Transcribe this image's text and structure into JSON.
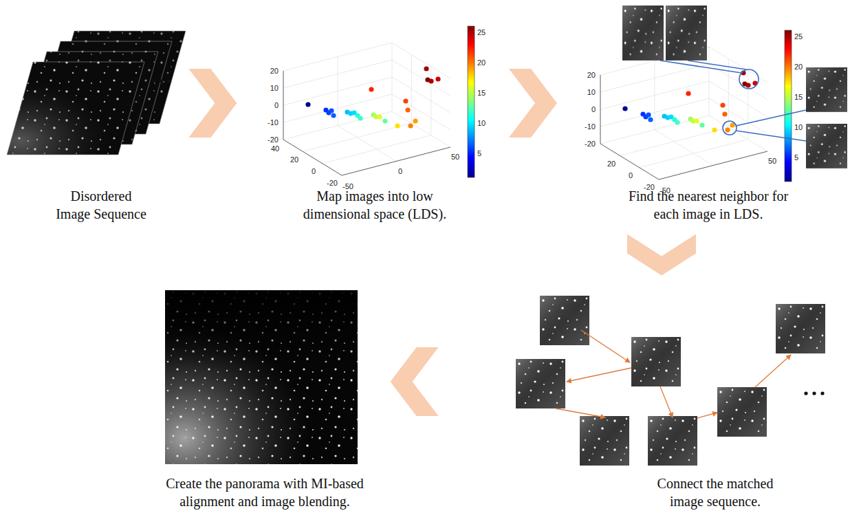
{
  "diagram": {
    "nodes": [
      {
        "text": [
          "Disordered Image Sequence"
        ]
      },
      {
        "text": [
          "Map images into low dimensional space (LDS)."
        ]
      },
      {
        "text": [
          "Find the nearest neighbor for each image in LDS."
        ]
      },
      {
        "text": [
          "Connect the matched image sequence."
        ]
      },
      {
        "text": [
          "Create the panorama with MI-based alignment and image blending."
        ]
      }
    ],
    "edges": [
      {
        "from": 0,
        "to": 1,
        "arrow": "to"
      },
      {
        "from": 1,
        "to": 2,
        "arrow": "to"
      },
      {
        "from": 2,
        "to": 3,
        "arrow": "to"
      },
      {
        "from": 3,
        "to": 4,
        "arrow": "to"
      }
    ],
    "labels": [
      "20",
      "10",
      "0",
      "-10",
      "-20",
      "40",
      "20",
      "0",
      "-20",
      "-50",
      "0",
      "50",
      "25",
      "20",
      "15",
      "10",
      "5",
      "20",
      "10",
      "0",
      "-10",
      "-20",
      "20",
      "0",
      "-20",
      "-50",
      "50",
      "25",
      "20",
      "15",
      "10",
      "5"
    ]
  }
}
